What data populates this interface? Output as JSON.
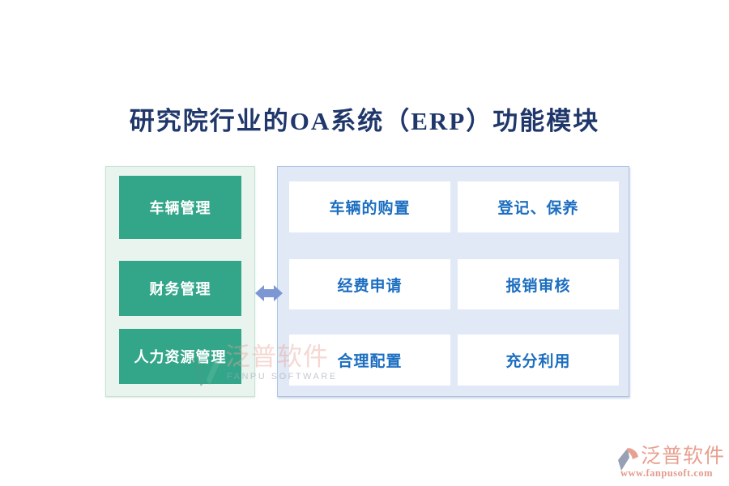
{
  "title": {
    "text": "研究院行业的OA系统（ERP）功能模块",
    "color": "#20376B"
  },
  "sidebar": {
    "panel_bg": "#E9F4EF",
    "panel_border": "#C6E3D5",
    "button_color": "#33A68A",
    "button_text_color": "#FFFFFF",
    "items": [
      "车辆管理",
      "财务管理",
      "人力资源管理"
    ]
  },
  "connector": {
    "type": "double-headed-arrow",
    "color": "#7D97D4"
  },
  "modules": {
    "panel_bg": "#E1E9F6",
    "panel_border": "#AFC3E3",
    "card_bg": "#FFFFFF",
    "text_color": "#1C6EC0",
    "cells": [
      "车辆的购置",
      "登记、保养",
      "经费申请",
      "报销审核",
      "合理配置",
      "充分利用"
    ]
  },
  "watermarks": {
    "center": {
      "brand": "泛普软件",
      "subtitle": "FANPU SOFTWARE",
      "logo_color": "#3FA287"
    },
    "bottom_right": {
      "brand": "泛普软件",
      "url": "www.fanpusoft.com",
      "brand_color": "#E8A091"
    }
  }
}
